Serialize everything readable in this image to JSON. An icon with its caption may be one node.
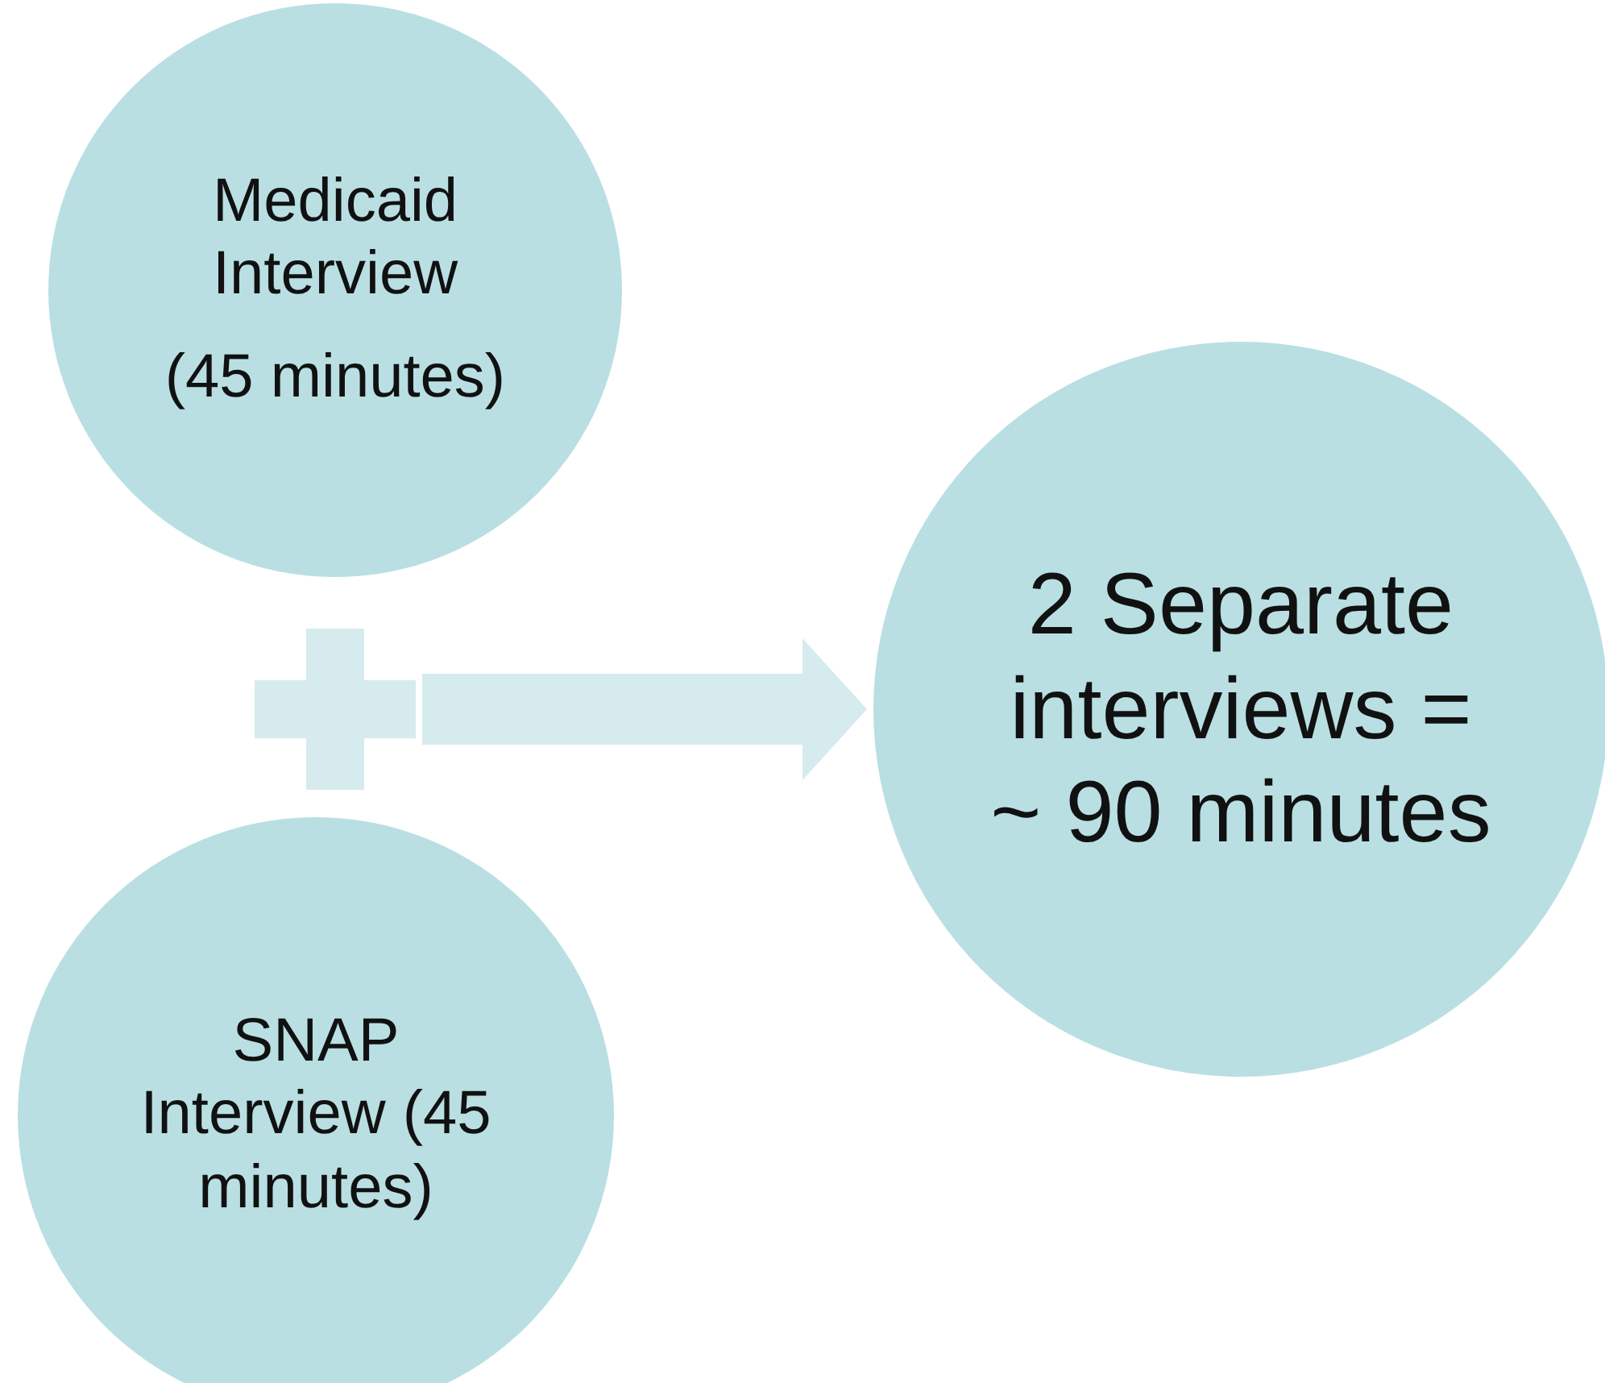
{
  "diagram": {
    "nodes": [
      {
        "text": [
          "Medicaid Interview",
          "(45 minutes)"
        ]
      },
      {
        "text": [],
        "shape": "cross"
      },
      {
        "text": [
          "SNAP Interview (45 minutes)"
        ]
      },
      {
        "text": [
          "2 Separate interviews = ~ 90 minutes"
        ]
      }
    ],
    "edges": [
      {
        "from": 1,
        "to": 3,
        "arrow": "to"
      }
    ]
  }
}
